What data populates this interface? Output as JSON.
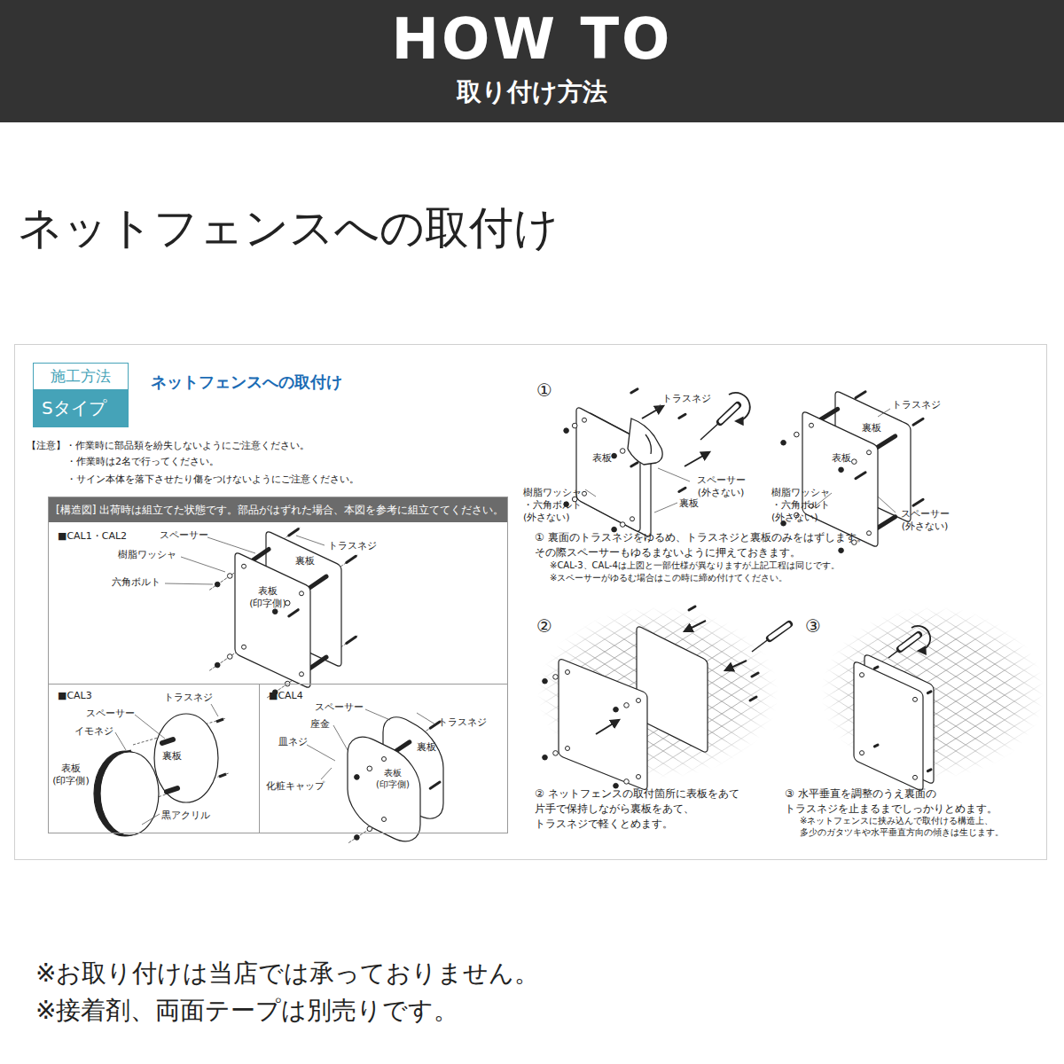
{
  "diagram": {
    "title": "HOW TO",
    "nodes": [
      {
        "text": [
          "施工方法",
          "Sタイプ"
        ]
      },
      {
        "text": [
          "[構造図] 出荷時は組立てた状態です。部品がはずれた場合、本図を参考に組立ててください。"
        ]
      },
      {
        "text": [
          "■CAL1・CAL2"
        ],
        "in": 1
      },
      {
        "text": [
          "■CAL3"
        ],
        "in": 1
      },
      {
        "text": [
          "■CAL4"
        ],
        "in": 1
      }
    ],
    "labels": [
      "取り付け方法",
      "ネットフェンスへの取付け",
      "ネットフェンスへの取付け",
      "【注意】・作業時に部品類を紛失しないようにご注意ください。",
      "・作業時は2名で行ってください。",
      "・サイン本体を落下させたり傷をつけないようにご注意ください。",
      "スペーサー",
      "樹脂ワッシャ",
      "六角ボルト",
      "トラスネジ",
      "裏板",
      "表板 (印字側)",
      "トラスネジ",
      "スペーサー",
      "イモネジ",
      "裏板",
      "表板 (印字側)",
      "黒アクリル",
      "スペーサー",
      "座金",
      "トラスネジ",
      "皿ネジ",
      "裏板",
      "化粧キャップ",
      "表板 (印字側)",
      "①",
      "トラスネジ",
      "表板",
      "スペーサー (外さない)",
      "裏板",
      "樹脂ワッシャ ・六角ボルト (外さない)",
      "トラスネジ",
      "裏板",
      "表板",
      "樹脂ワッシャ ・六角ボルト (外さない)",
      "スペーサー (外さない)",
      "① 裏面のトラスネジをゆるめ、トラスネジと裏板のみをはずします。 その際スペーサーもゆるまないように押えておきます。",
      "※CAL-3、CAL-4は上図と一部仕様が異なりますが上記工程は同じです。",
      "※スペーサーがゆるむ場合はこの時に締め付けてください。",
      "②",
      "③",
      "② ネットフェンスの取付箇所に表板をあて 片手で保持しながら裏板をあて、 トラスネジで軽くとめます。",
      "③ 水平垂直を調整のうえ裏面の トラスネジを止まるまでしっかりとめます。",
      "※ネットフェンスに挟み込んで取付ける構造上、 多少のガタツキや水平垂直方向の傾きは生じます。",
      "※お取り付けは当店では承っておりません。",
      "※接着剤、両面テープは別売りです。"
    ]
  }
}
